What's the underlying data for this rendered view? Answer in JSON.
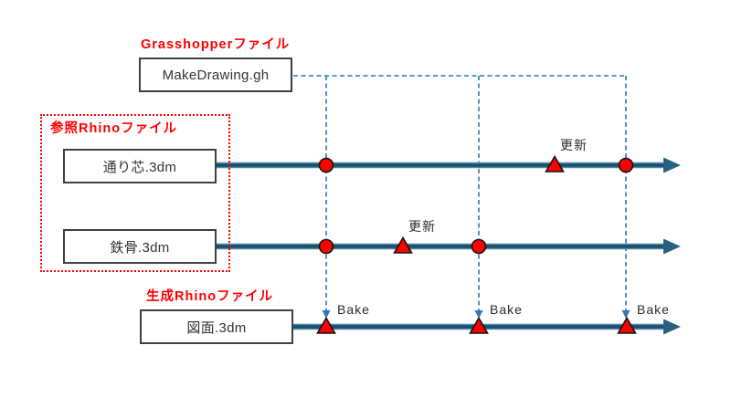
{
  "diagram": {
    "grasshopper_file": {
      "label": "Grasshopperファイル",
      "file_name": "MakeDrawing.gh"
    },
    "reference_rhino_files": {
      "label": "参照Rhinoファイル",
      "file_names": [
        "通り芯.3dm",
        "鉄骨.3dm"
      ]
    },
    "generated_rhino_file": {
      "label": "生成Rhinoファイル",
      "file_name": "図面.3dm"
    },
    "annotations": {
      "update": "更新",
      "bake": "Bake"
    },
    "timeline_events": [
      {
        "timeline": "通り芯.3dm",
        "events": [
          "red-circle",
          "red-triangle:更新",
          "red-circle"
        ]
      },
      {
        "timeline": "鉄骨.3dm",
        "events": [
          "red-circle",
          "red-triangle:更新",
          "red-circle"
        ]
      },
      {
        "timeline": "図面.3dm",
        "events": [
          "red-triangle:Bake",
          "red-triangle:Bake",
          "red-triangle:Bake"
        ]
      }
    ],
    "colors": {
      "timeline_core": "#1e4e66",
      "timeline_edge": "#4e8aad",
      "arrowhead": "#27617f",
      "dashed_connector": "#2e75b6",
      "marker_fill": "#ff0000",
      "marker_outline": "#141414",
      "section_label_red": "#ff0000",
      "box_border": "#3f3f3f",
      "text": "#333333"
    }
  }
}
